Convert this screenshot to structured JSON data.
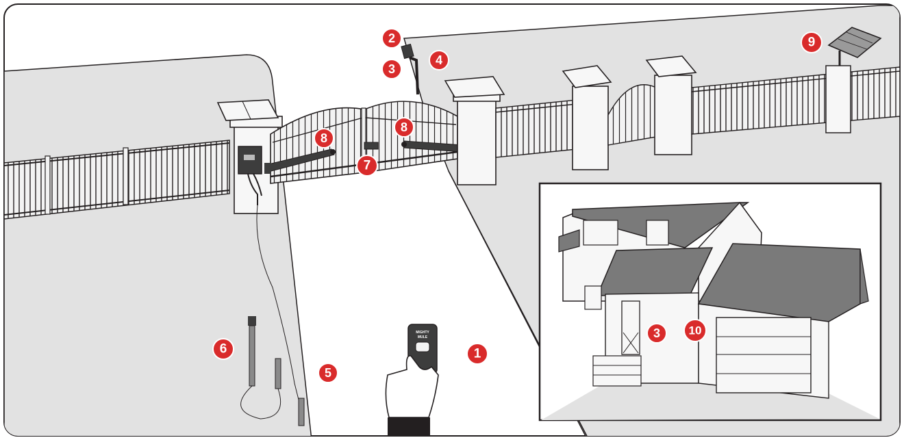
{
  "colors": {
    "background": "#ffffff",
    "lawn": "#e2e2e2",
    "outline": "#231f20",
    "fence_fill": "#f3f3f3",
    "roof": "#7a7a7a",
    "device_dark": "#3d3d3d",
    "callout_red": "#d92b2b",
    "callout_border": "#ffffff"
  },
  "remote": {
    "brand_line1": "MIGHTY",
    "brand_line2": "MULE"
  },
  "callouts": [
    {
      "id": "remote-control",
      "label": "1"
    },
    {
      "id": "keypad-top",
      "label": "2"
    },
    {
      "id": "keypad-mid",
      "label": "3"
    },
    {
      "id": "keypad-pole",
      "label": "4"
    },
    {
      "id": "driveway",
      "label": "5"
    },
    {
      "id": "exit-wand",
      "label": "6"
    },
    {
      "id": "gate-lock",
      "label": "7"
    },
    {
      "id": "gate-opener-left",
      "label": "8"
    },
    {
      "id": "gate-opener-right",
      "label": "8"
    },
    {
      "id": "solar-panel",
      "label": "9"
    },
    {
      "id": "house-keypad",
      "label": "3"
    },
    {
      "id": "garage",
      "label": "10"
    }
  ],
  "icons": {
    "remote": "remote-control-icon",
    "solar": "solar-panel-icon",
    "wand": "exit-wand-icon",
    "keypad": "keypad-icon"
  }
}
